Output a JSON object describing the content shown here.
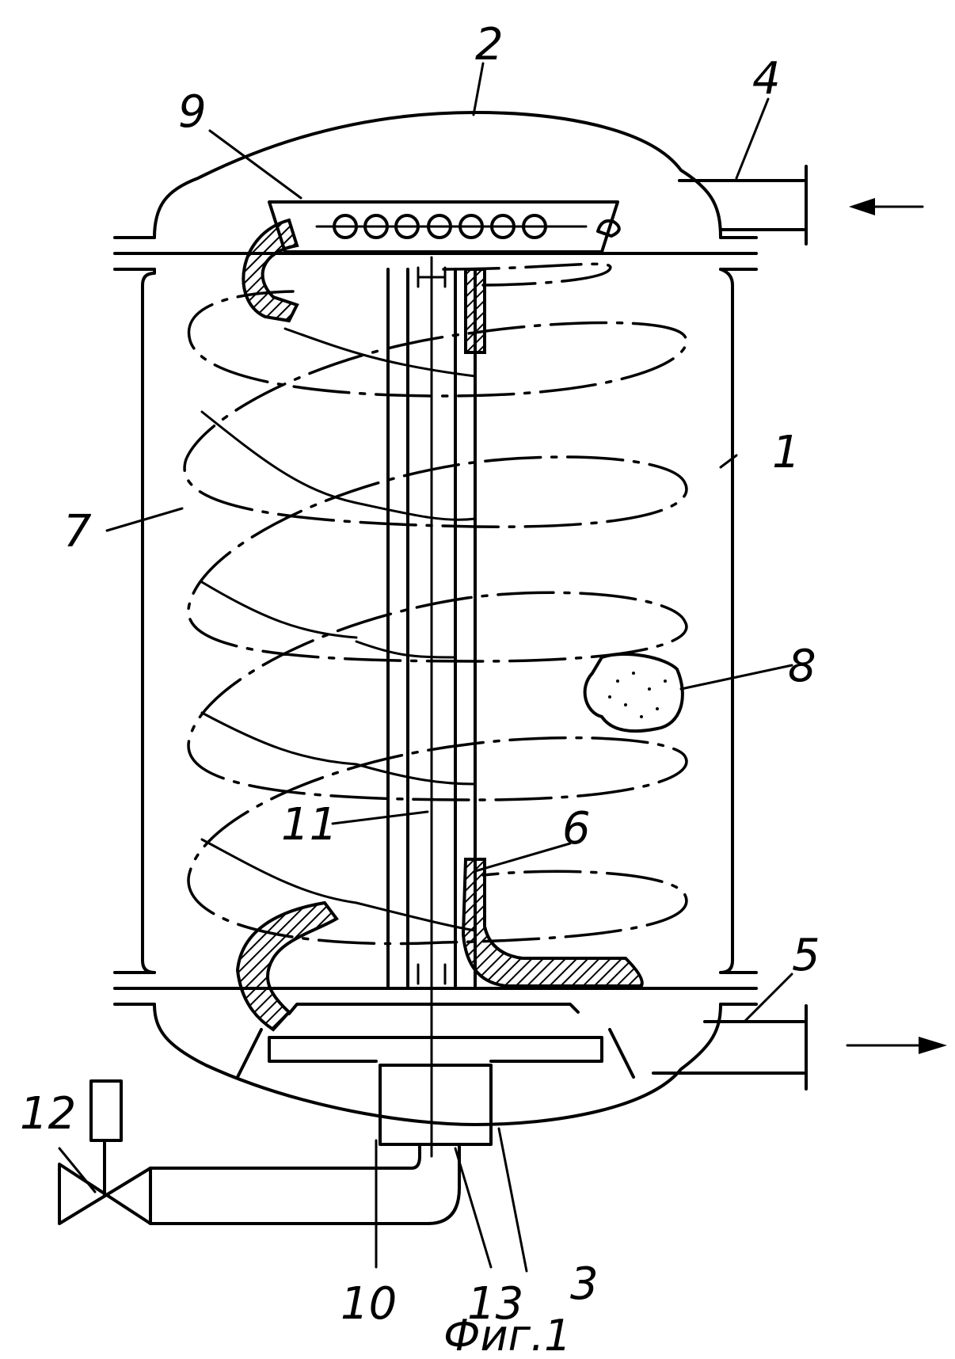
{
  "labels": {
    "l1": "1",
    "l2": "2",
    "l3": "3",
    "l4": "4",
    "l5": "5",
    "l6": "6",
    "l7": "7",
    "l8": "8",
    "l9": "9",
    "l10": "10",
    "l11": "11",
    "l12": "12",
    "l13": "13"
  },
  "caption": "Фиг.1"
}
